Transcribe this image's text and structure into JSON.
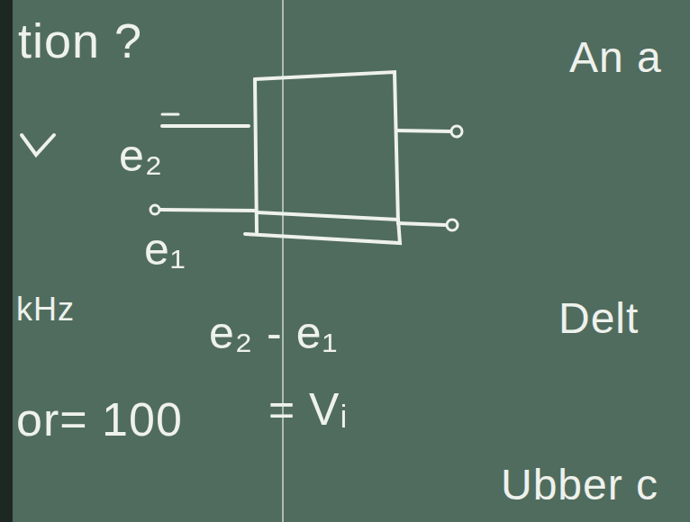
{
  "diagram": {
    "labels": [
      "tion ?",
      "e₂",
      "e₁",
      "kHz",
      "e₂ - e₁",
      "= Vᵢ",
      "or= 100",
      "An a",
      "Delt",
      "Ubber c"
    ]
  }
}
